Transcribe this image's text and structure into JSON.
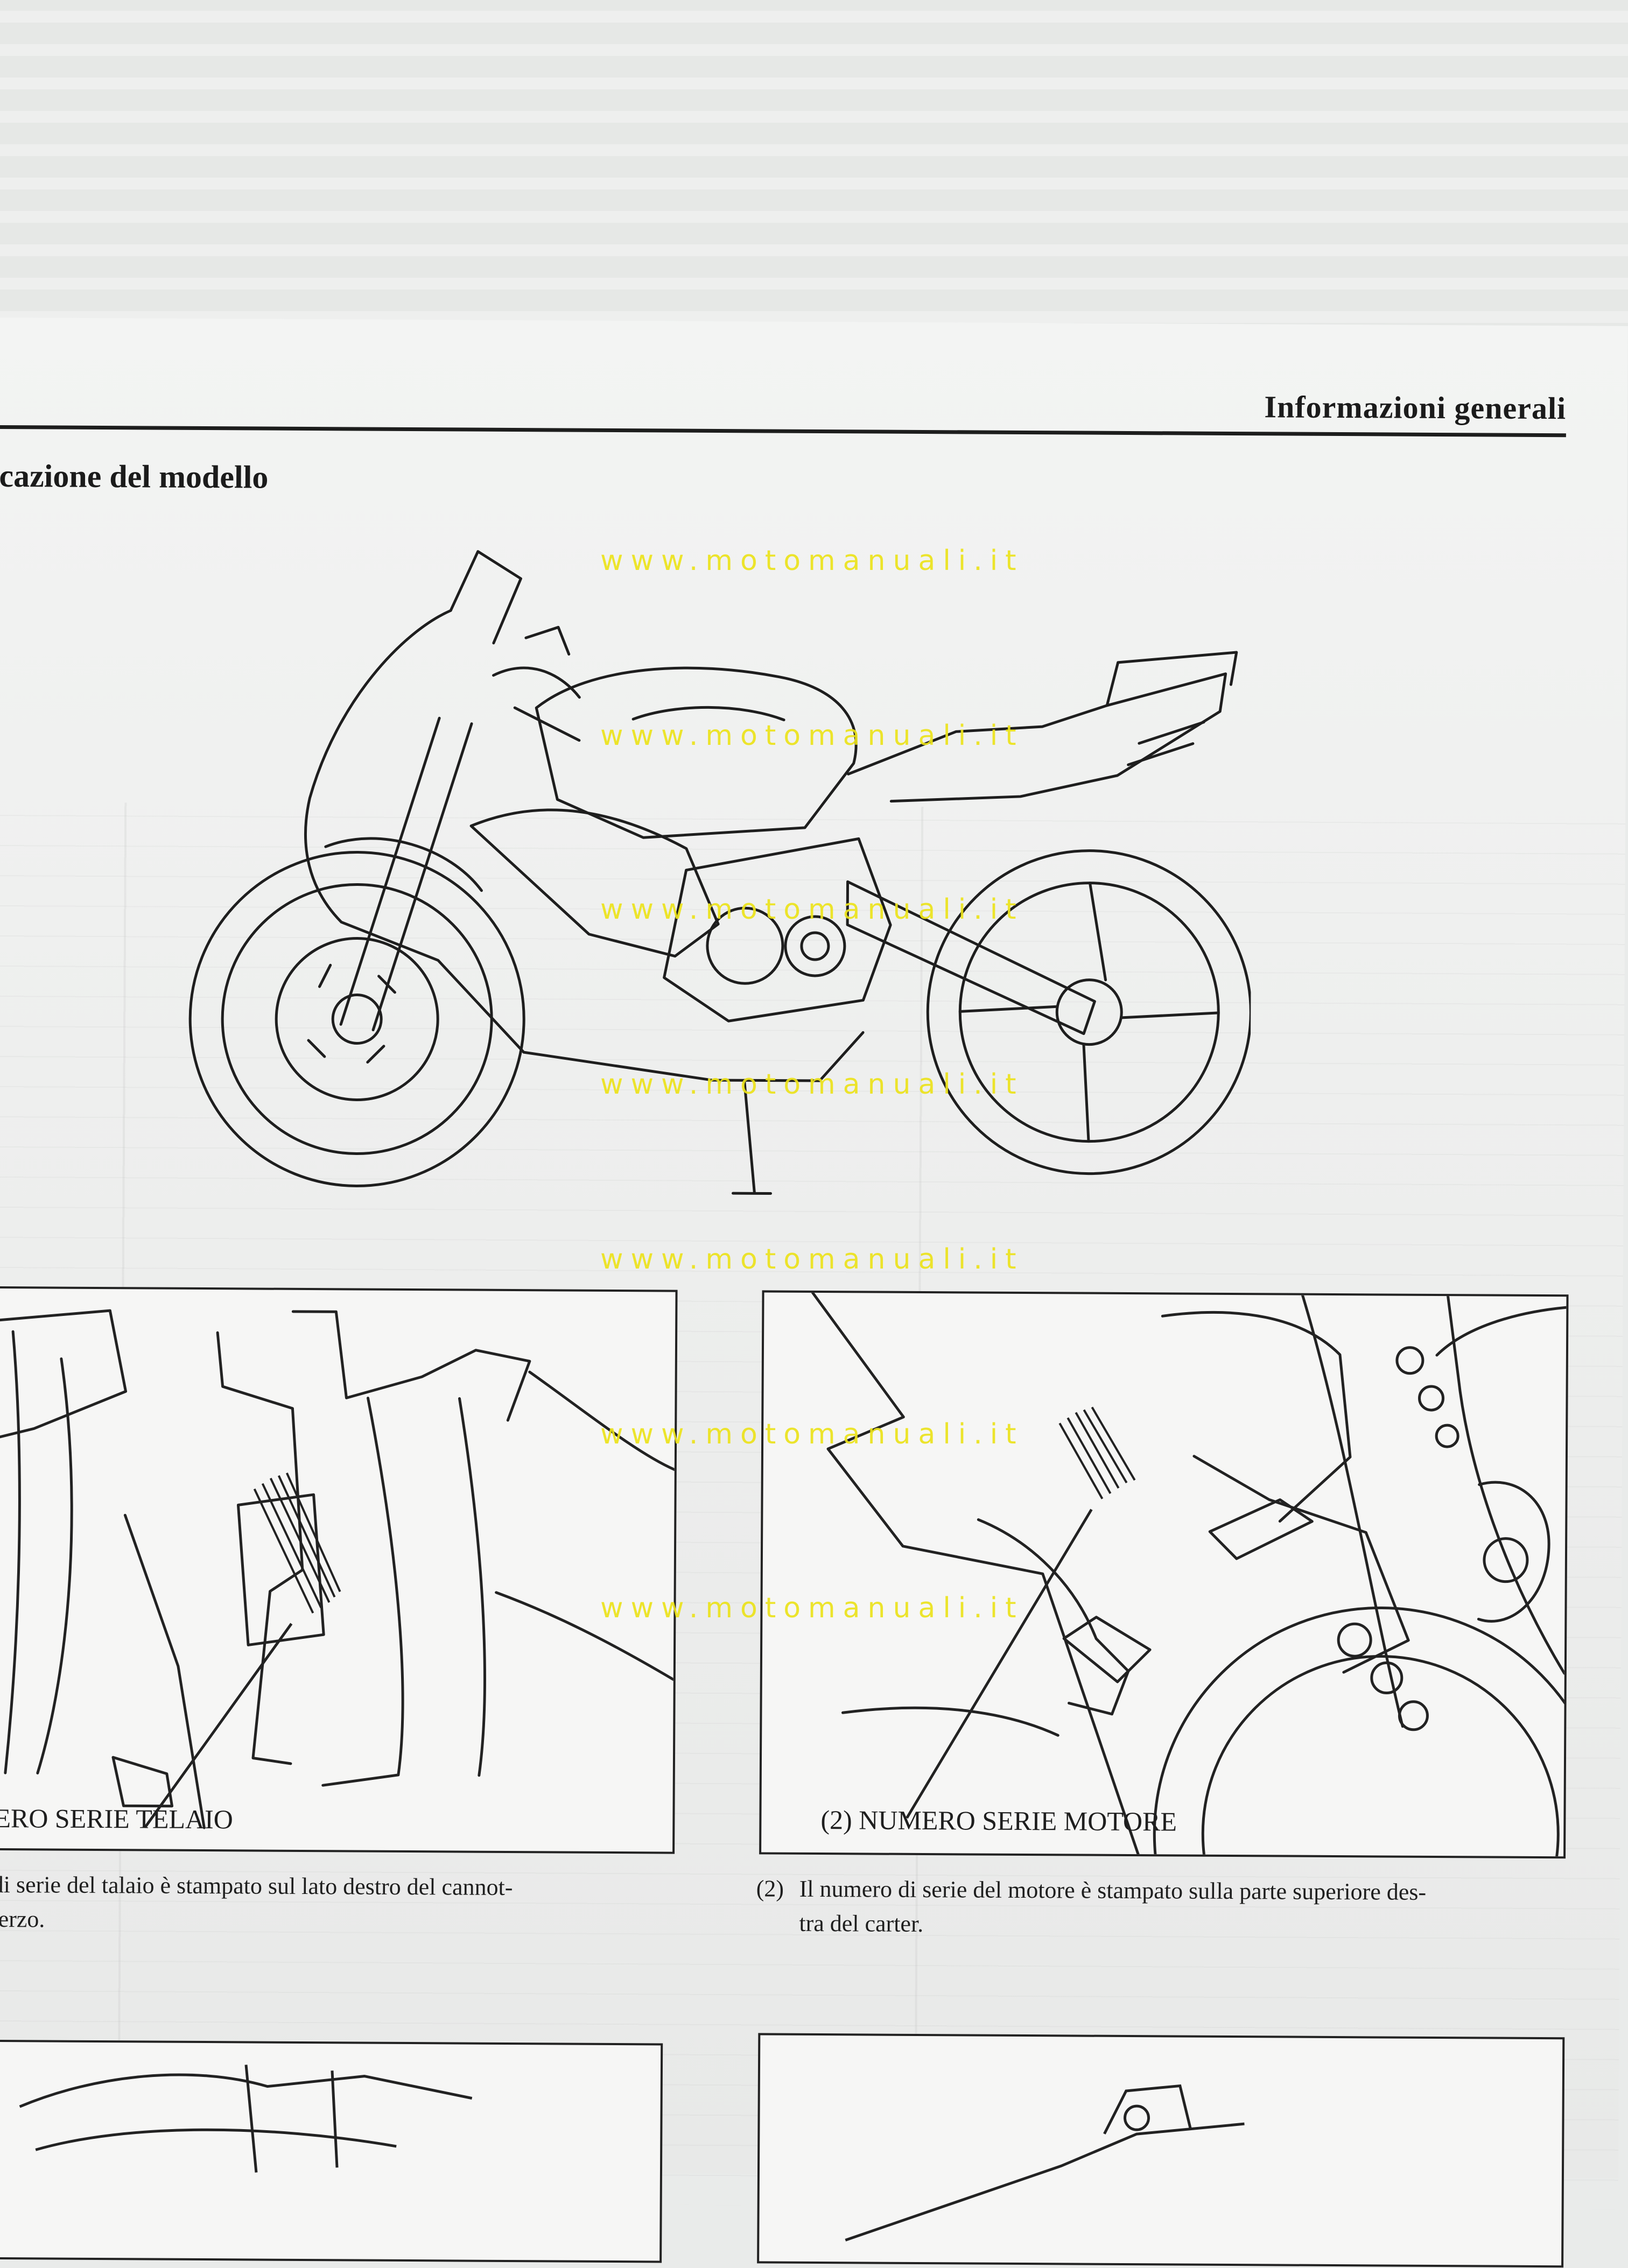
{
  "header": {
    "title": "Informazioni generali"
  },
  "section": {
    "title": "cazione del modello"
  },
  "watermark": {
    "text": "www.motomanuali.it"
  },
  "figures": [
    {
      "caption": "ERO SERIE TELAIO",
      "note_line1": "di serie del talaio è stampato sul lato destro del cannot-",
      "note_line2": "terzo."
    },
    {
      "caption": "(2) NUMERO SERIE MOTORE",
      "note_num": "(2)",
      "note_line1": "Il numero di serie del motore è stampato sulla parte superiore des-",
      "note_line2": "tra del carter."
    }
  ],
  "icons": {
    "motorcycle": "motorcycle-illustration",
    "frame": "frame-serial-illustration",
    "engine": "engine-serial-illustration"
  },
  "colors": {
    "watermark": "#ece31b",
    "ink": "#1b1b1b",
    "paper": "#f0f1f0"
  }
}
